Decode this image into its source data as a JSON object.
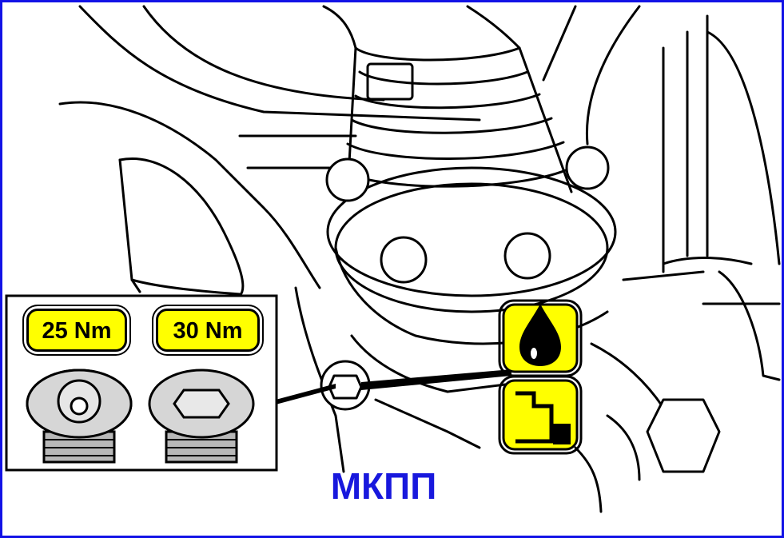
{
  "inset": {
    "torque_left": "25 Nm",
    "torque_right": "30 Nm"
  },
  "caption": "МКПП",
  "icons": [
    "oil-drop-icon",
    "drain-plug-level-icon"
  ],
  "colors": {
    "frame": "#1212e6",
    "badge_fill": "#ffff00",
    "caption": "#1818dd",
    "line": "#000000"
  }
}
